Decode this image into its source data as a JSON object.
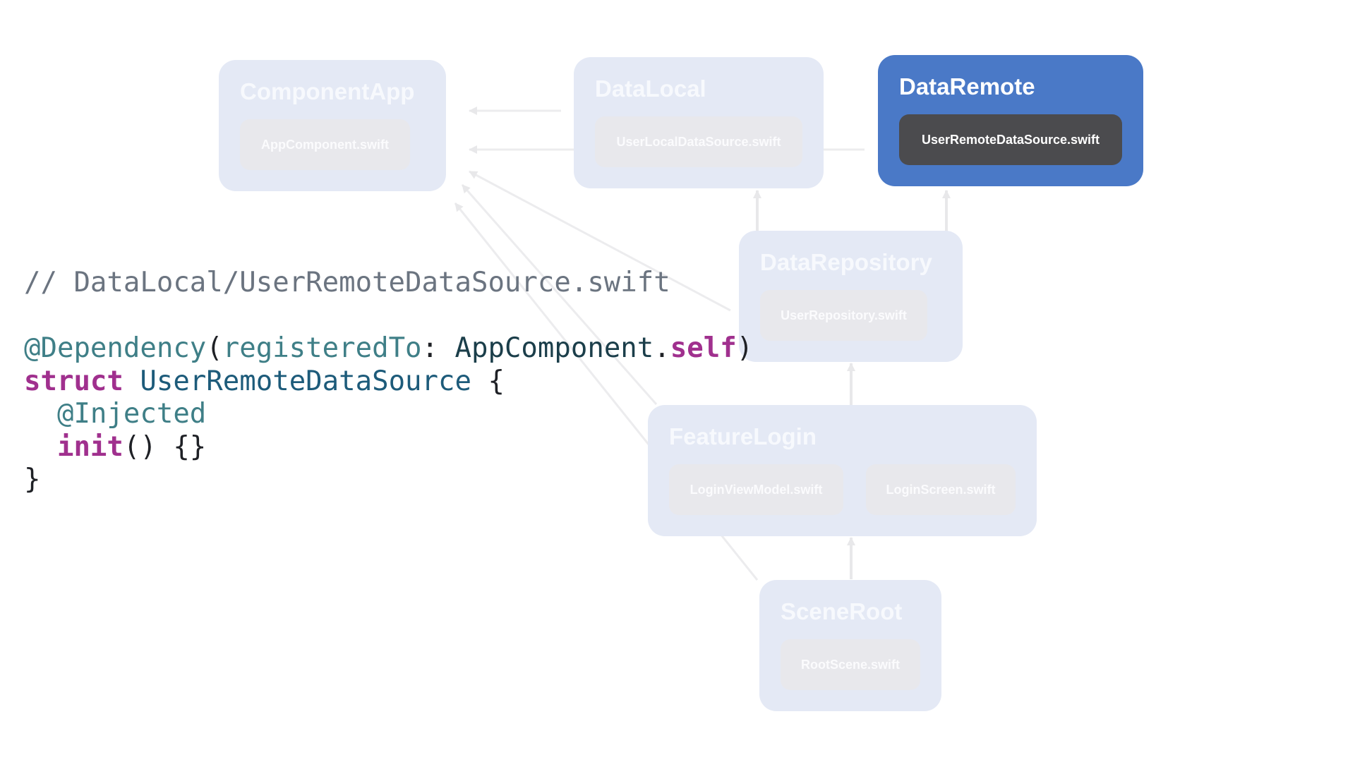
{
  "modules": {
    "component_app": {
      "title": "ComponentApp",
      "files": [
        "AppComponent.swift"
      ]
    },
    "data_local": {
      "title": "DataLocal",
      "files": [
        "UserLocalDataSource.swift"
      ]
    },
    "data_remote": {
      "title": "DataRemote",
      "files": [
        "UserRemoteDataSource.swift"
      ],
      "highlighted": true
    },
    "data_repository": {
      "title": "DataRepository",
      "files": [
        "UserRepository.swift"
      ]
    },
    "feature_login": {
      "title": "FeatureLogin",
      "files": [
        "LoginViewModel.swift",
        "LoginScreen.swift"
      ]
    },
    "scene_root": {
      "title": "SceneRoot",
      "files": [
        "RootScene.swift"
      ]
    }
  },
  "code": {
    "lines": [
      [
        {
          "text": "// DataLocal/UserRemoteDataSource.swift",
          "kind": "comment"
        }
      ],
      [],
      [
        {
          "text": "@Dependency",
          "kind": "attr"
        },
        {
          "text": "(",
          "kind": "plain"
        },
        {
          "text": "registeredTo",
          "kind": "param"
        },
        {
          "text": ": ",
          "kind": "plain"
        },
        {
          "text": "AppComponent",
          "kind": "type"
        },
        {
          "text": ".",
          "kind": "plain"
        },
        {
          "text": "self",
          "kind": "keyword"
        },
        {
          "text": ")",
          "kind": "plain"
        }
      ],
      [
        {
          "text": "struct",
          "kind": "keyword"
        },
        {
          "text": " ",
          "kind": "plain"
        },
        {
          "text": "UserRemoteDataSource",
          "kind": "typedecl"
        },
        {
          "text": " {",
          "kind": "plain"
        }
      ],
      [
        {
          "text": "  ",
          "kind": "plain"
        },
        {
          "text": "@Injected",
          "kind": "attr"
        }
      ],
      [
        {
          "text": "  ",
          "kind": "plain"
        },
        {
          "text": "init",
          "kind": "keyword"
        },
        {
          "text": "() {}",
          "kind": "plain"
        }
      ],
      [
        {
          "text": "}",
          "kind": "plain"
        }
      ]
    ]
  },
  "colors": {
    "module_faded": "#e4e9f5",
    "module_active": "#4a79c7",
    "chip_faded": "#e8e8ec",
    "chip_active": "#4b4b4e",
    "edge": "#e8e8ea",
    "keyword": "#a0308e",
    "attribute": "#3f7f87",
    "comment": "#6b7480"
  }
}
